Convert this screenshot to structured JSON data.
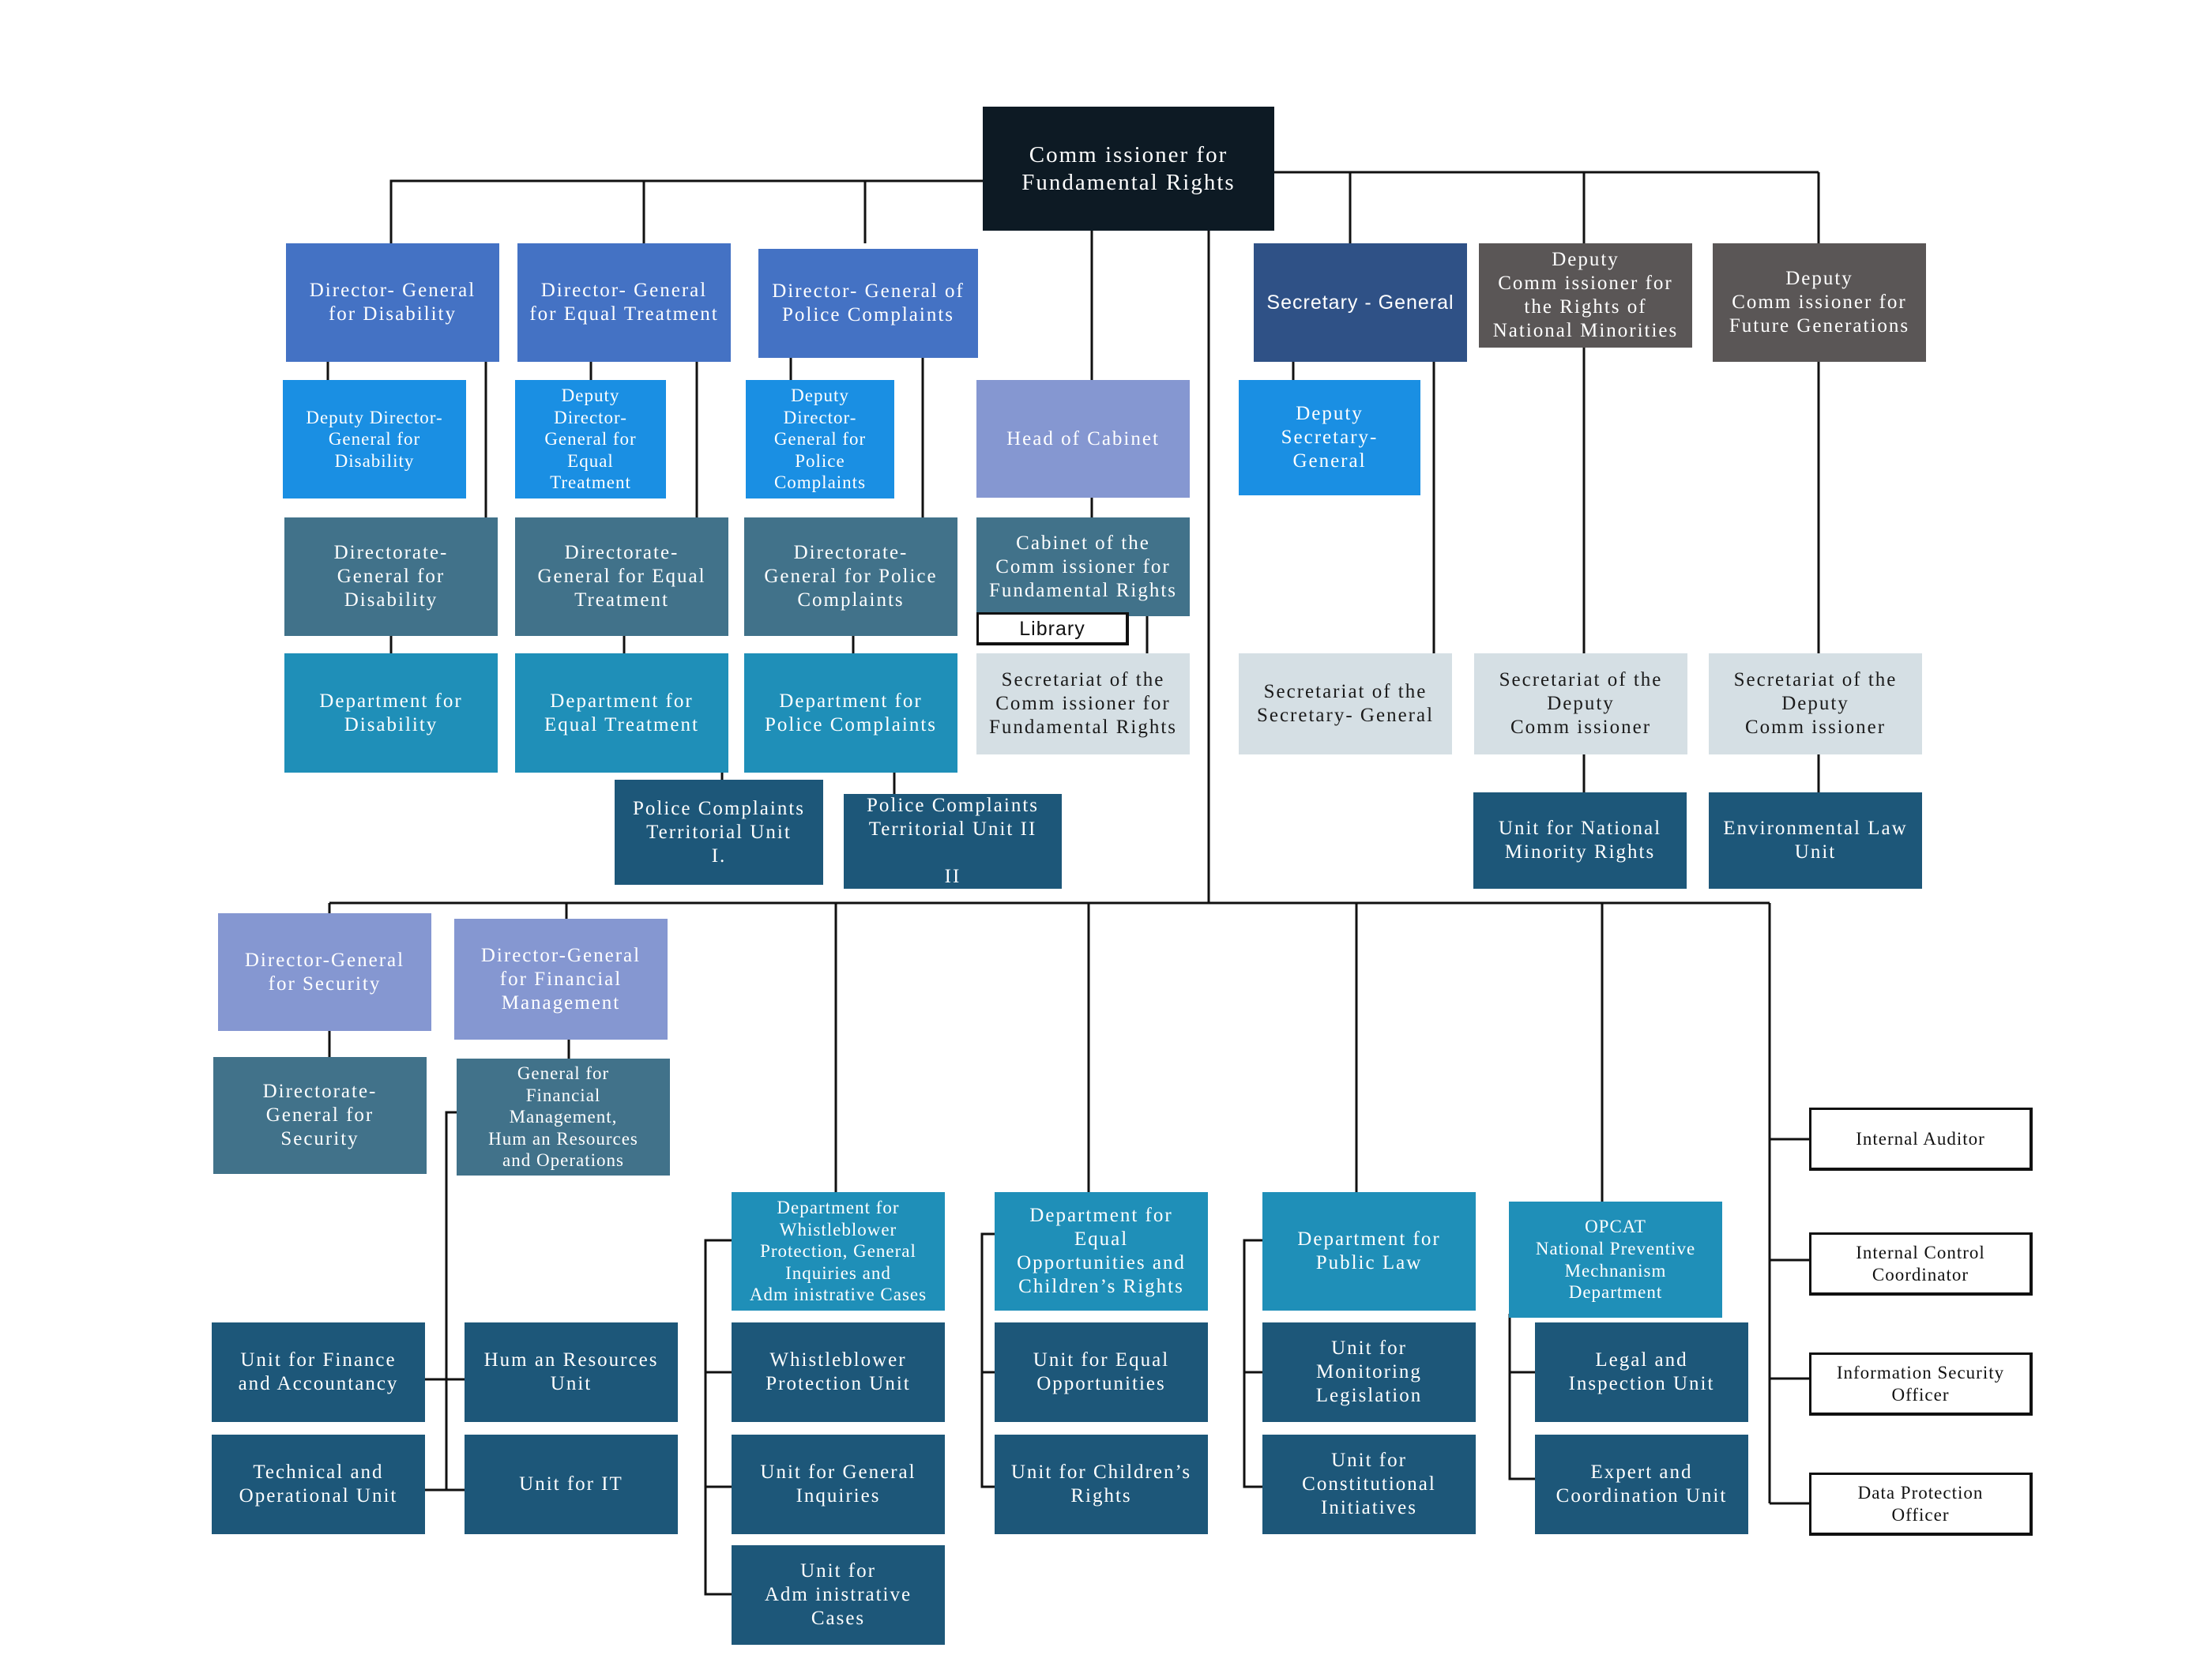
{
  "nodes": {
    "commissioner": "Comm issioner for\nFundamental Rights",
    "dg_disability": "Director- General\nfor Disability",
    "dg_equal": "Director- General\nfor Equal Treatment",
    "dg_police": "Director- General of\nPolice Complaints",
    "secretary_general": "Secretary - General",
    "deputy_minorities": "Deputy\nComm issioner for\nthe Rights of\nNational Minorities",
    "deputy_future": "Deputy\nComm issioner for\nFuture Generations",
    "ddg_disability": "Deputy Director-\nGeneral for\nDisability",
    "ddg_equal": "Deputy\nDirector-\nGeneral for\nEqual\nTreatment",
    "ddg_police": "Deputy\nDirector-\nGeneral for\nPolice\nComplaints",
    "head_cabinet": "Head of Cabinet",
    "deputy_secgen": "Deputy\nSecretary-\nGeneral",
    "dir_disability": "Directorate-\nGeneral for\nDisability",
    "dir_equal": "Directorate-\nGeneral for Equal\nTreatment",
    "dir_police": "Directorate-\nGeneral for Police\nComplaints",
    "cabinet": "Cabinet of the\nComm issioner for\nFundamental Rights",
    "library": "Library",
    "dept_disability": "Department for\nDisability",
    "dept_equal": "Department for\nEqual Treatment",
    "dept_police": "Department for\nPolice Complaints",
    "sec_commissioner": "Secretariat of the\nComm issioner for\nFundamental Rights",
    "sec_secgen": "Secretariat of the\nSecretary- General",
    "sec_dep_minorities": "Secretariat of the\nDeputy\nComm issioner",
    "sec_dep_future": "Secretariat of the\nDeputy\nComm issioner",
    "police_unit_1": "Police Complaints\nTerritorial Unit\nI.",
    "police_unit_2": "Police Complaints\nTerritorial Unit II\n\nII",
    "unit_minority": "Unit for National\nMinority Rights",
    "unit_envlaw": "Environmental Law\nUnit",
    "dg_security": "Director-General\nfor Security",
    "dg_finance": "Director-General\nfor Financial\nManagement",
    "dir_security": "Directorate-\nGeneral for\nSecurity",
    "dir_finance": "General for\nFinancial\nManagement,\nHum an Resources\nand Operations",
    "dept_whistle": "Department for\nWhistleblower\nProtection, General\nInquiries and\nAdm inistrative Cases",
    "dept_equal_opp": "Department for\nEqual\nOpportunities and\nChildren’s Rights",
    "dept_public_law": "Department for\nPublic Law",
    "opcat": "OPCAT\nNational Preventive\nMechnanism\nDepartment",
    "internal_auditor": "Internal Auditor",
    "internal_control": "Internal Control\nCoordinator",
    "info_security": "Information Security\nOfficer",
    "data_protection": "Data Protection\nOfficer",
    "unit_finance": "Unit for Finance\nand Accountancy",
    "unit_hr": "Hum an Resources\nUnit",
    "unit_technical": "Technical and\nOperational Unit",
    "unit_it": "Unit for IT",
    "unit_whistle": "Whistleblower\nProtection Unit",
    "unit_inquiries": "Unit for General\nInquiries",
    "unit_admin_cases": "Unit for\nAdm inistrative\nCases",
    "unit_equal_opp": "Unit for Equal\nOpportunities",
    "unit_children": "Unit for Children’s\nRights",
    "unit_monitoring": "Unit for\nMonitoring\nLegislation",
    "unit_constitutional": "Unit for\nConstitutional\nInitiatives",
    "unit_legal_inspection": "Legal and\nInspection Unit",
    "unit_expert": "Expert and\nCoordination Unit"
  },
  "colors": {
    "commissioner": "#0d1a24",
    "director_general": "#4472c4",
    "deputy": "#1a8fe3",
    "directorate": "#41728a",
    "department": "#1f8fb8",
    "unit": "#1d5779",
    "secretary_general": "#2f5186",
    "deputy_commissioner": "#5a5656",
    "lavender": "#8597d1",
    "secretariat": "#d5dfe4",
    "connector": "#111111"
  }
}
